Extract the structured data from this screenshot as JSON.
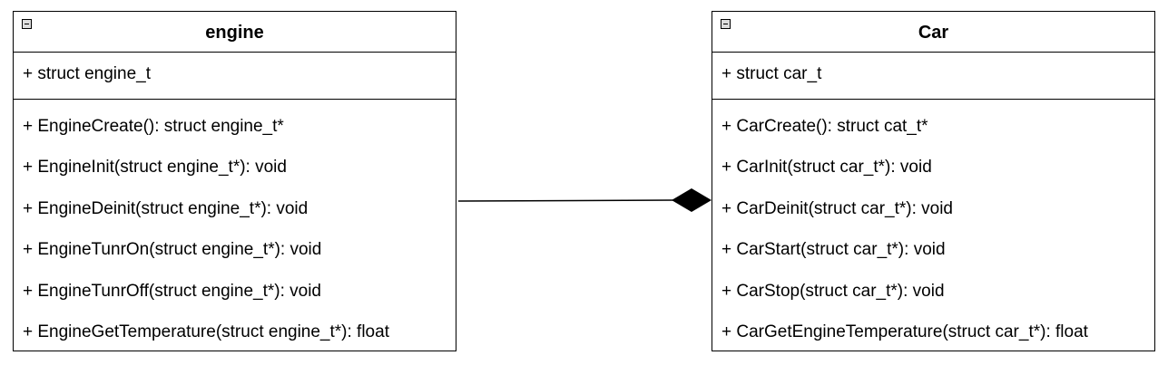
{
  "classes": {
    "engine": {
      "name": "engine",
      "attributes": [
        "+ struct engine_t"
      ],
      "methods": [
        "+ EngineCreate(): struct engine_t*",
        "+ EngineInit(struct engine_t*): void",
        "+ EngineDeinit(struct engine_t*): void",
        "+ EngineTunrOn(struct engine_t*): void",
        "+ EngineTunrOff(struct engine_t*): void",
        "+ EngineGetTemperature(struct engine_t*): float"
      ]
    },
    "car": {
      "name": "Car",
      "attributes": [
        "+ struct car_t"
      ],
      "methods": [
        "+ CarCreate(): struct cat_t*",
        "+ CarInit(struct car_t*): void",
        "+ CarDeinit(struct car_t*): void",
        "+ CarStart(struct car_t*): void",
        "+ CarStop(struct car_t*): void",
        "+ CarGetEngineTemperature(struct car_t*): float"
      ]
    }
  },
  "relation": {
    "type": "composition",
    "from": "engine",
    "to": "Car"
  },
  "icons": {
    "collapse": "minus-box-icon",
    "relation_end": "filled-diamond-icon"
  }
}
